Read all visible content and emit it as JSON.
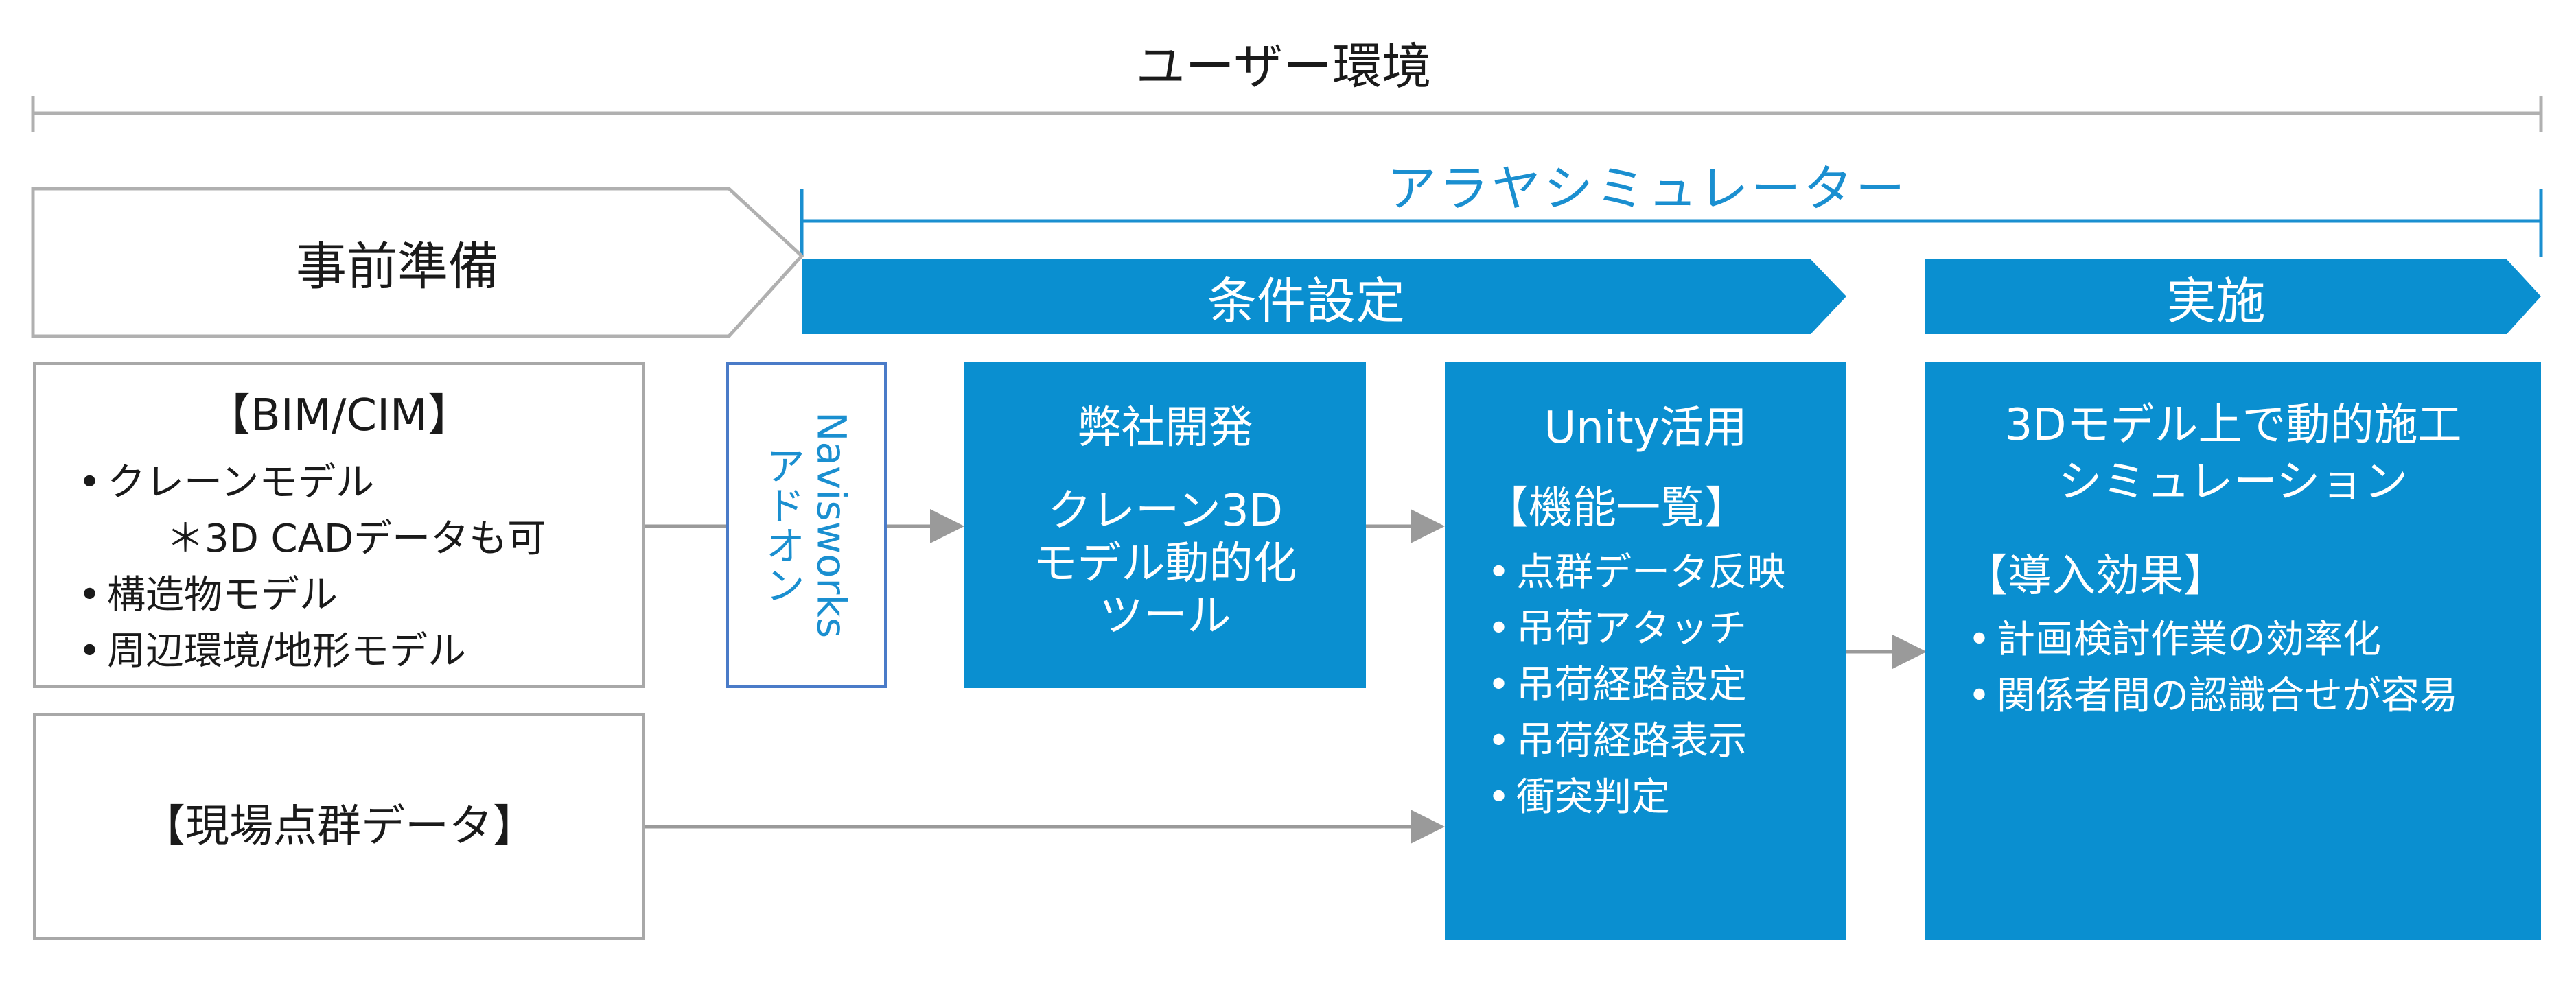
{
  "user_env": {
    "label": "ユーザー環境"
  },
  "simulator": {
    "label": "アラヤシミュレーター"
  },
  "banners": {
    "prep": "事前準備",
    "conditions": "条件設定",
    "execution": "実施"
  },
  "bim_box": {
    "title": "【BIM/CIM】",
    "items": [
      "クレーンモデル",
      "構造物モデル",
      "周辺環境/地形モデル"
    ],
    "note": "＊3D CADデータも可"
  },
  "point_cloud_box": {
    "title": "【現場点群データ】"
  },
  "navisworks_box": {
    "lines": [
      "Navisworks",
      "アドオン"
    ]
  },
  "dev_box": {
    "title": "弊社開発",
    "body": [
      "クレーン3D",
      "モデル動的化",
      "ツール"
    ]
  },
  "unity_box": {
    "title": "Unity活用",
    "subtitle": "【機能一覧】",
    "items": [
      "点群データ反映",
      "吊荷アタッチ",
      "吊荷経路設定",
      "吊荷経路表示",
      "衝突判定"
    ]
  },
  "result_box": {
    "title": [
      "3Dモデル上で動的施工",
      "シミュレーション"
    ],
    "subtitle": "【導入効果】",
    "items": [
      "計画検討作業の効率化",
      "関係者間の認識合せが容易"
    ]
  },
  "colors": {
    "accent": "#0a8fd0",
    "accent_text": "#1a8fd0",
    "outline": "#a8a8a8",
    "arrow": "#9a9a9a"
  }
}
